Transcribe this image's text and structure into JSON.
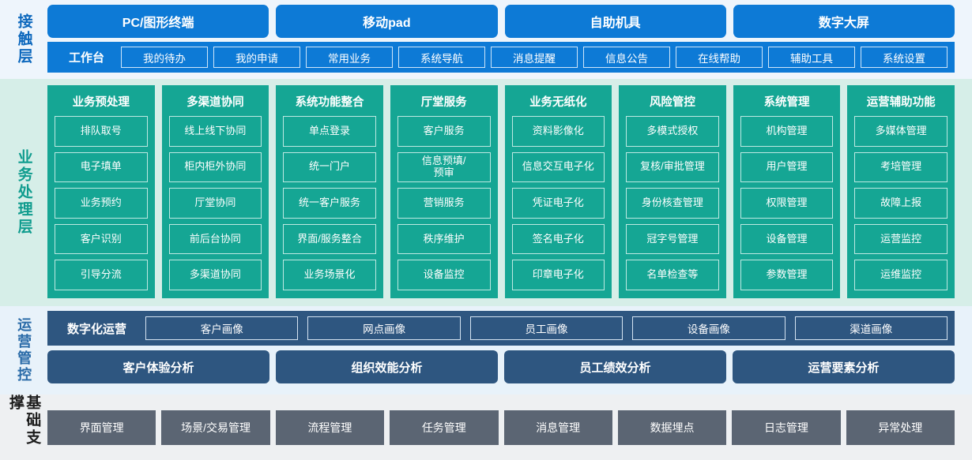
{
  "colors": {
    "channel_blue": "#0d7ad6",
    "biz_teal": "#15a694",
    "ops_navy": "#2e5680",
    "base_gray": "#5b6573",
    "contact_band_bg": "#eef5fc",
    "biz_band_bg": "#d6eee8",
    "ops_band_bg": "#e8f2fa",
    "base_band_bg": "#eef0f2"
  },
  "contact_layer": {
    "label": "接触层",
    "channels": [
      "PC/图形终端",
      "移动pad",
      "自助机具",
      "数字大屏"
    ],
    "workbench_title": "工作台",
    "workbench_items": [
      "我的待办",
      "我的申请",
      "常用业务",
      "系统导航",
      "消息提醒",
      "信息公告",
      "在线帮助",
      "辅助工具",
      "系统设置"
    ]
  },
  "business_layer": {
    "label": "业务处理层",
    "columns": [
      {
        "title": "业务预处理",
        "items": [
          "排队取号",
          "电子填单",
          "业务预约",
          "客户识别",
          "引导分流"
        ]
      },
      {
        "title": "多渠道协同",
        "items": [
          "线上线下协同",
          "柜内柜外协同",
          "厅堂协同",
          "前后台协同",
          "多渠道协同"
        ]
      },
      {
        "title": "系统功能整合",
        "items": [
          "单点登录",
          "统一门户",
          "统一客户服务",
          "界面/服务整合",
          "业务场景化"
        ]
      },
      {
        "title": "厅堂服务",
        "items": [
          "客户服务",
          "信息预填/\n预审",
          "营销服务",
          "秩序维护",
          "设备监控"
        ]
      },
      {
        "title": "业务无纸化",
        "items": [
          "资料影像化",
          "信息交互电子化",
          "凭证电子化",
          "签名电子化",
          "印章电子化"
        ]
      },
      {
        "title": "风险管控",
        "items": [
          "多模式授权",
          "复核/审批管理",
          "身份核查管理",
          "冠字号管理",
          "名单检查等"
        ]
      },
      {
        "title": "系统管理",
        "items": [
          "机构管理",
          "用户管理",
          "权限管理",
          "设备管理",
          "参数管理"
        ]
      },
      {
        "title": "运营辅助功能",
        "items": [
          "多媒体管理",
          "考培管理",
          "故障上报",
          "运营监控",
          "运维监控"
        ]
      }
    ]
  },
  "operations_layer": {
    "label": "运营管控",
    "portrait_title": "数字化运营",
    "portrait_items": [
      "客户画像",
      "网点画像",
      "员工画像",
      "设备画像",
      "渠道画像"
    ],
    "analysis_items": [
      "客户体验分析",
      "组织效能分析",
      "员工绩效分析",
      "运营要素分析"
    ]
  },
  "base_layer": {
    "label": "基础支撑",
    "items": [
      "界面管理",
      "场景/交易管理",
      "流程管理",
      "任务管理",
      "消息管理",
      "数据埋点",
      "日志管理",
      "异常处理"
    ]
  }
}
